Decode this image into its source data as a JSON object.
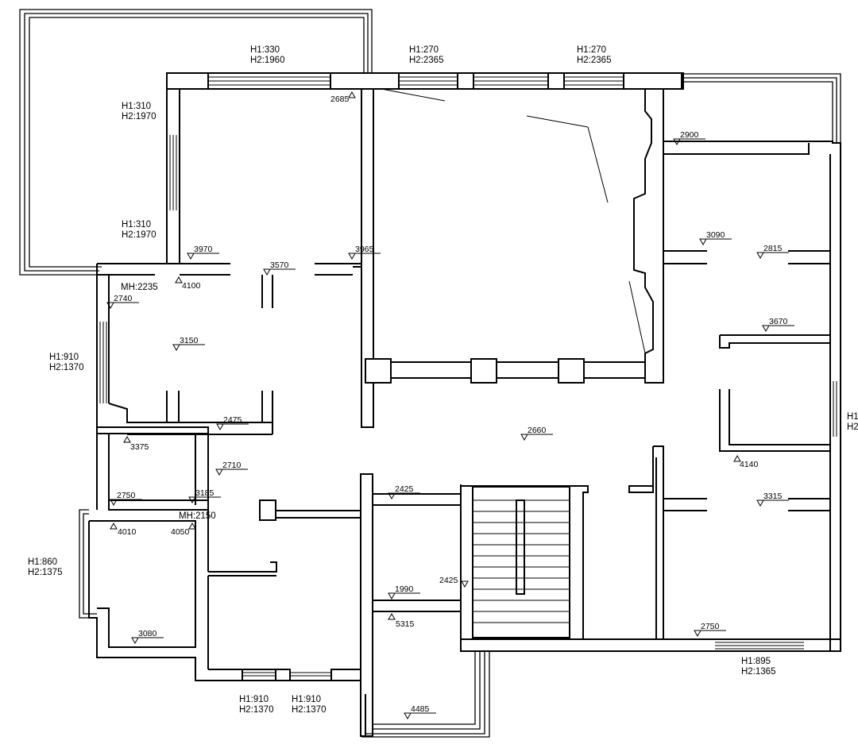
{
  "window_labels": [
    {
      "h1": "H1:330",
      "h2": "H2:1960"
    },
    {
      "h1": "H1:270",
      "h2": "H2:2365"
    },
    {
      "h1": "H1:270",
      "h2": "H2:2365"
    },
    {
      "h1": "H1:310",
      "h2": "H2:1970"
    },
    {
      "h1": "H1:310",
      "h2": "H2:1970"
    },
    {
      "h1": "H1:910",
      "h2": "H2:1370"
    },
    {
      "h1": "H1:860",
      "h2": "H2:1375"
    },
    {
      "h1": "H1:910",
      "h2": "H2:1370"
    },
    {
      "h1": "H1:910",
      "h2": "H2:1370"
    },
    {
      "h1": "H1:895",
      "h2": "H2:1365"
    },
    {
      "h1": "H1",
      "h2": "H2"
    }
  ],
  "mh_labels": [
    "MH:2235",
    "MH:2150"
  ],
  "elevations": [
    "2685",
    "2900",
    "3970",
    "3965",
    "4100",
    "3570",
    "3090",
    "2815",
    "2740",
    "3150",
    "3670",
    "2475",
    "4140",
    "3375",
    "2660",
    "2710",
    "2425",
    "3315",
    "2750",
    "3185",
    "4010",
    "4050",
    "2425",
    "1990",
    "5315",
    "3080",
    "2750",
    "4485"
  ]
}
